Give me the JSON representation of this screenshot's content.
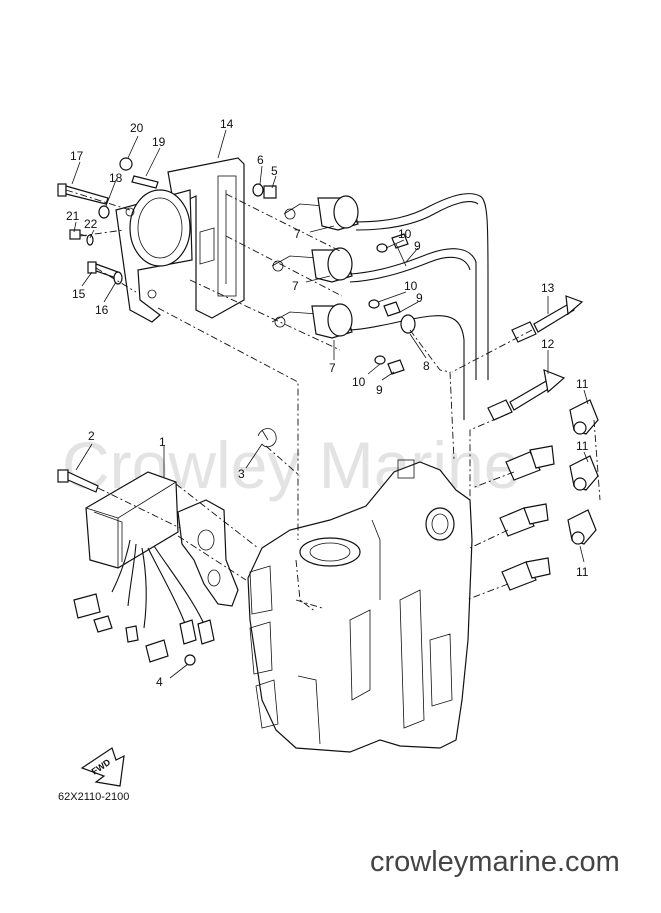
{
  "watermark": "Crowley Marine",
  "diagram_code": "62X2110-2100",
  "site": "crowleymarine.com",
  "fwd_label": "FWD",
  "callouts": [
    "1",
    "2",
    "3",
    "4",
    "5",
    "6",
    "7",
    "8",
    "9",
    "10",
    "11",
    "12",
    "13",
    "14",
    "15",
    "16",
    "17",
    "18",
    "19",
    "20",
    "21",
    "22"
  ],
  "repeat_labels": {
    "seven_b": "7",
    "seven_c": "7",
    "nine_b": "9",
    "nine_c": "9",
    "ten_b": "10",
    "ten_c": "10",
    "eleven_b": "11",
    "eleven_c": "11"
  }
}
